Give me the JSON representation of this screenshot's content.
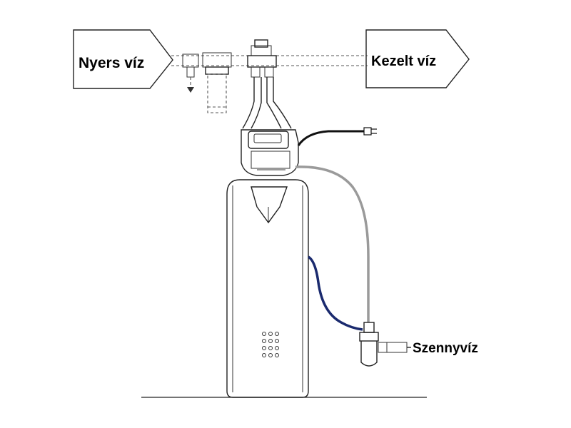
{
  "labels": {
    "raw_water": "Nyers víz",
    "treated_water": "Kezelt víz",
    "waste_water": "Szennyvíz"
  },
  "colors": {
    "power_cable": "#111111",
    "grey_hose": "#9a9a9a",
    "blue_hose": "#1a2a6e"
  }
}
